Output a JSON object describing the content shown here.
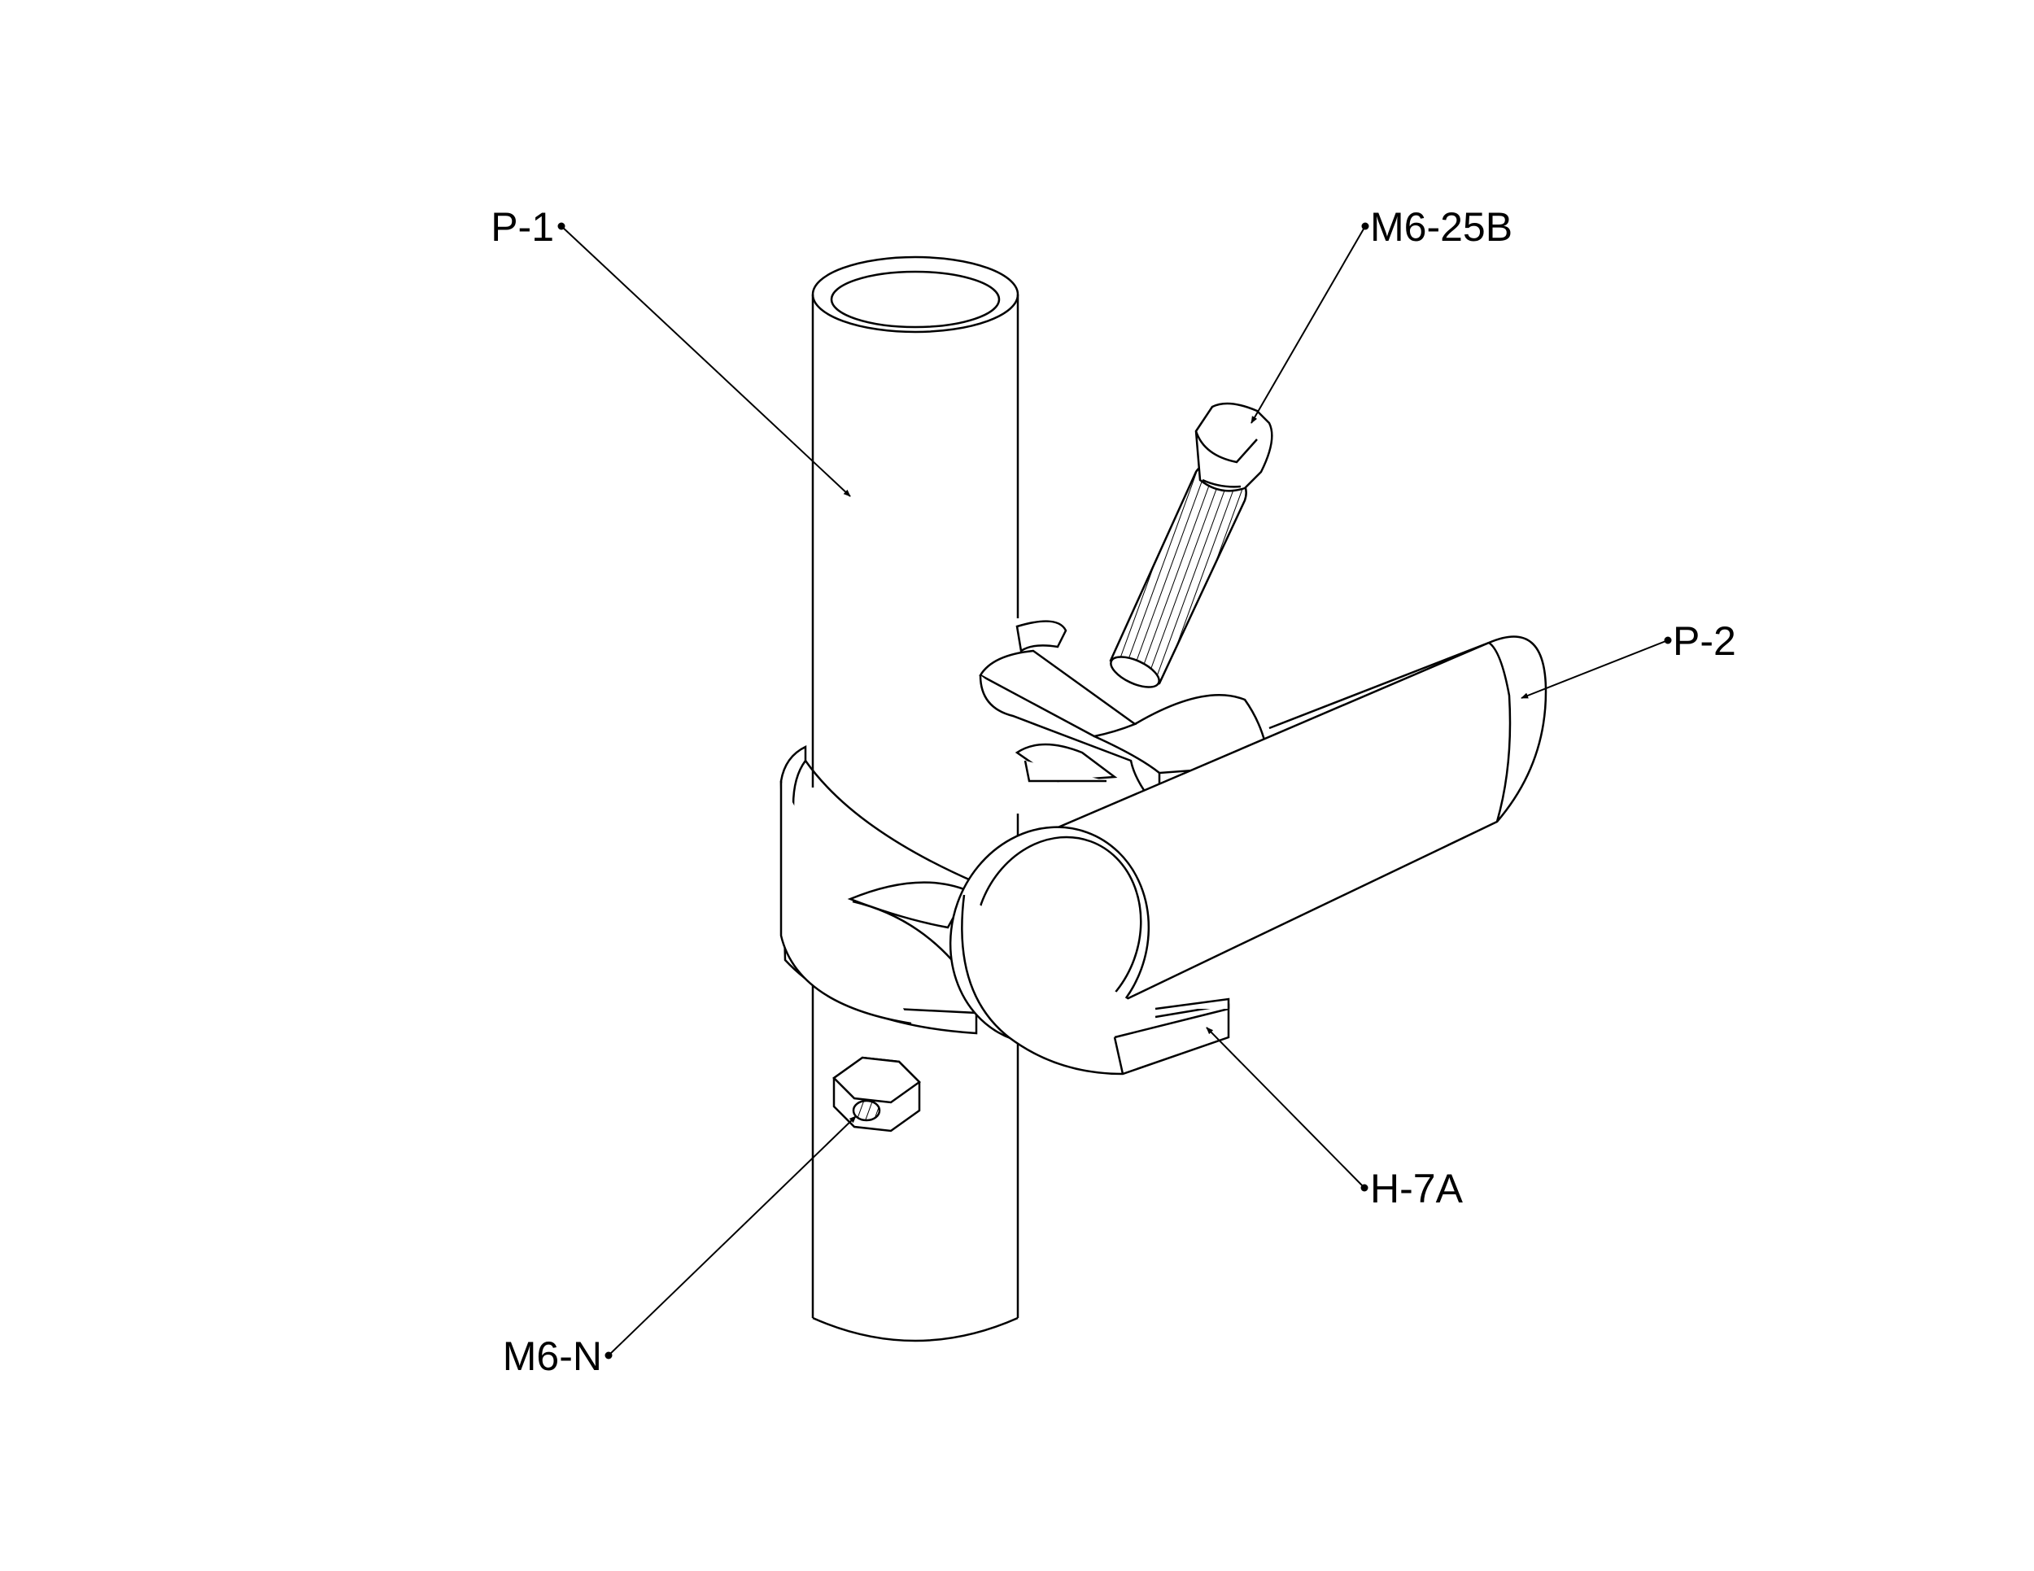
{
  "diagram": {
    "labels": {
      "p1": "P-1",
      "m6_25b": "M6-25B",
      "p2": "P-2",
      "h7a": "H-7A",
      "m6_n": "M6-N"
    },
    "colors": {
      "line": "#000000",
      "background": "#ffffff"
    }
  }
}
